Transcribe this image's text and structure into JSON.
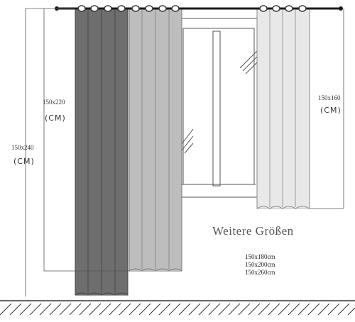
{
  "dimensions": {
    "d220": {
      "size": "150x220",
      "unit": "(CM)"
    },
    "d240": {
      "size": "150x240",
      "unit": "(CM)"
    },
    "d160": {
      "size": "150x160",
      "unit": "(CM)"
    }
  },
  "more_sizes": {
    "title": "Weitere Größen",
    "items": [
      "150x180cm",
      "150x200cm",
      "150x260cm"
    ]
  },
  "colors": {
    "dark_curtain": "#707070",
    "mid_curtain": "#bdbdbd",
    "light_curtain": "#e6e6e6",
    "rod": "#1a1a1a",
    "line": "#555555"
  }
}
